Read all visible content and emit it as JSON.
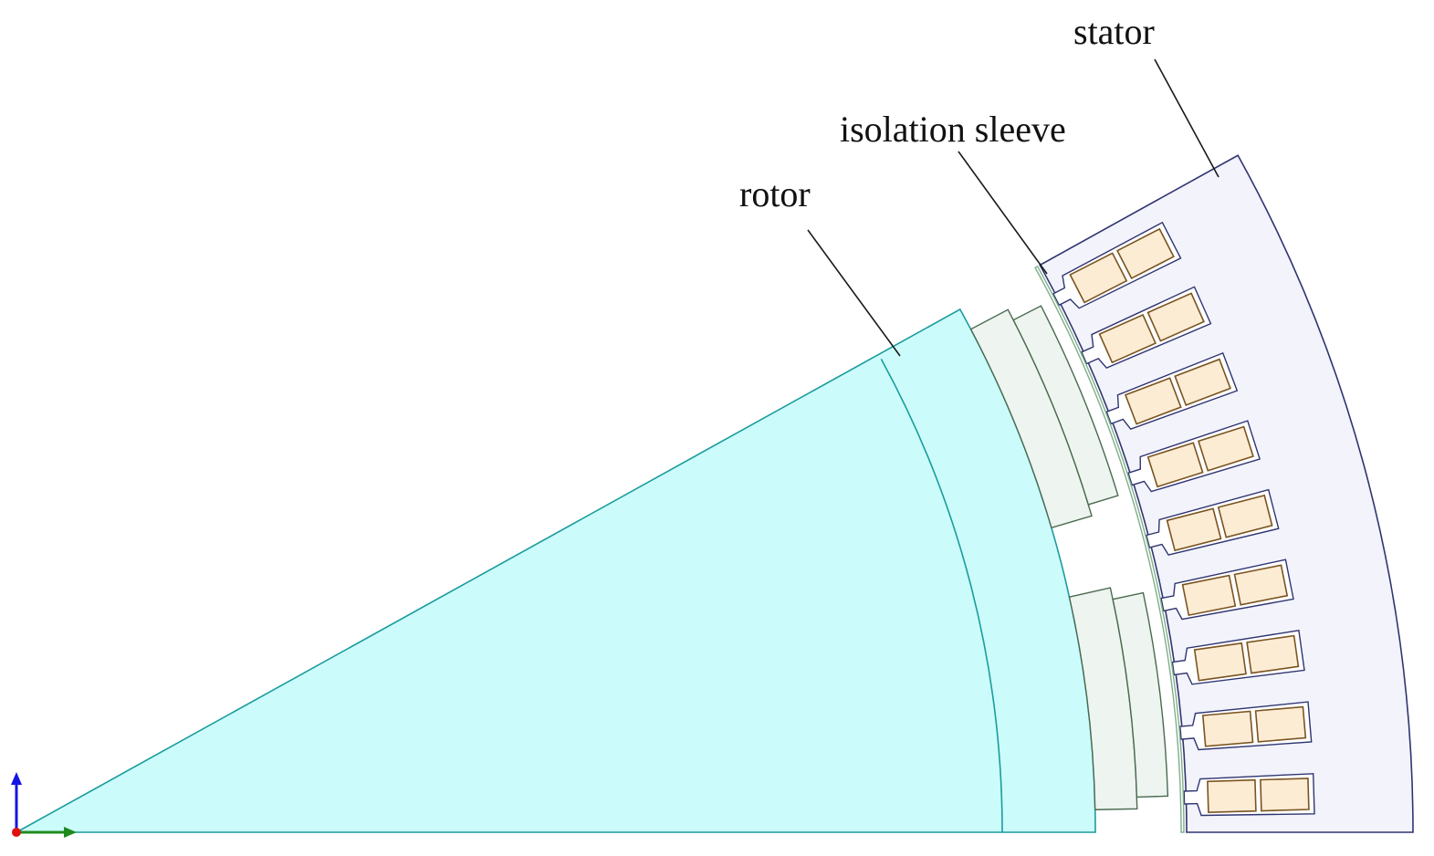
{
  "labels": {
    "stator": "stator",
    "isolation_sleeve": "isolation sleeve",
    "rotor": "rotor"
  },
  "colors": {
    "rotor_fill": "#ccfbfb",
    "rotor_edge": "#1a9c9c",
    "magnet_fill": "#eef4ef",
    "magnet_edge": "#4a6a50",
    "sleeve_edge": "#7fae8a",
    "stator_fill": "#f2f3fb",
    "stator_edge": "#2f3470",
    "coil_fill": "#fcecd4",
    "coil_edge": "#7a5420",
    "axis_x": "#1e8a1e",
    "axis_y": "#1414e6",
    "origin": "#e01010"
  },
  "counts": {
    "stator_slots": 9,
    "magnets": 2
  },
  "icons": {
    "axis": "xy-axis-triad-icon"
  }
}
